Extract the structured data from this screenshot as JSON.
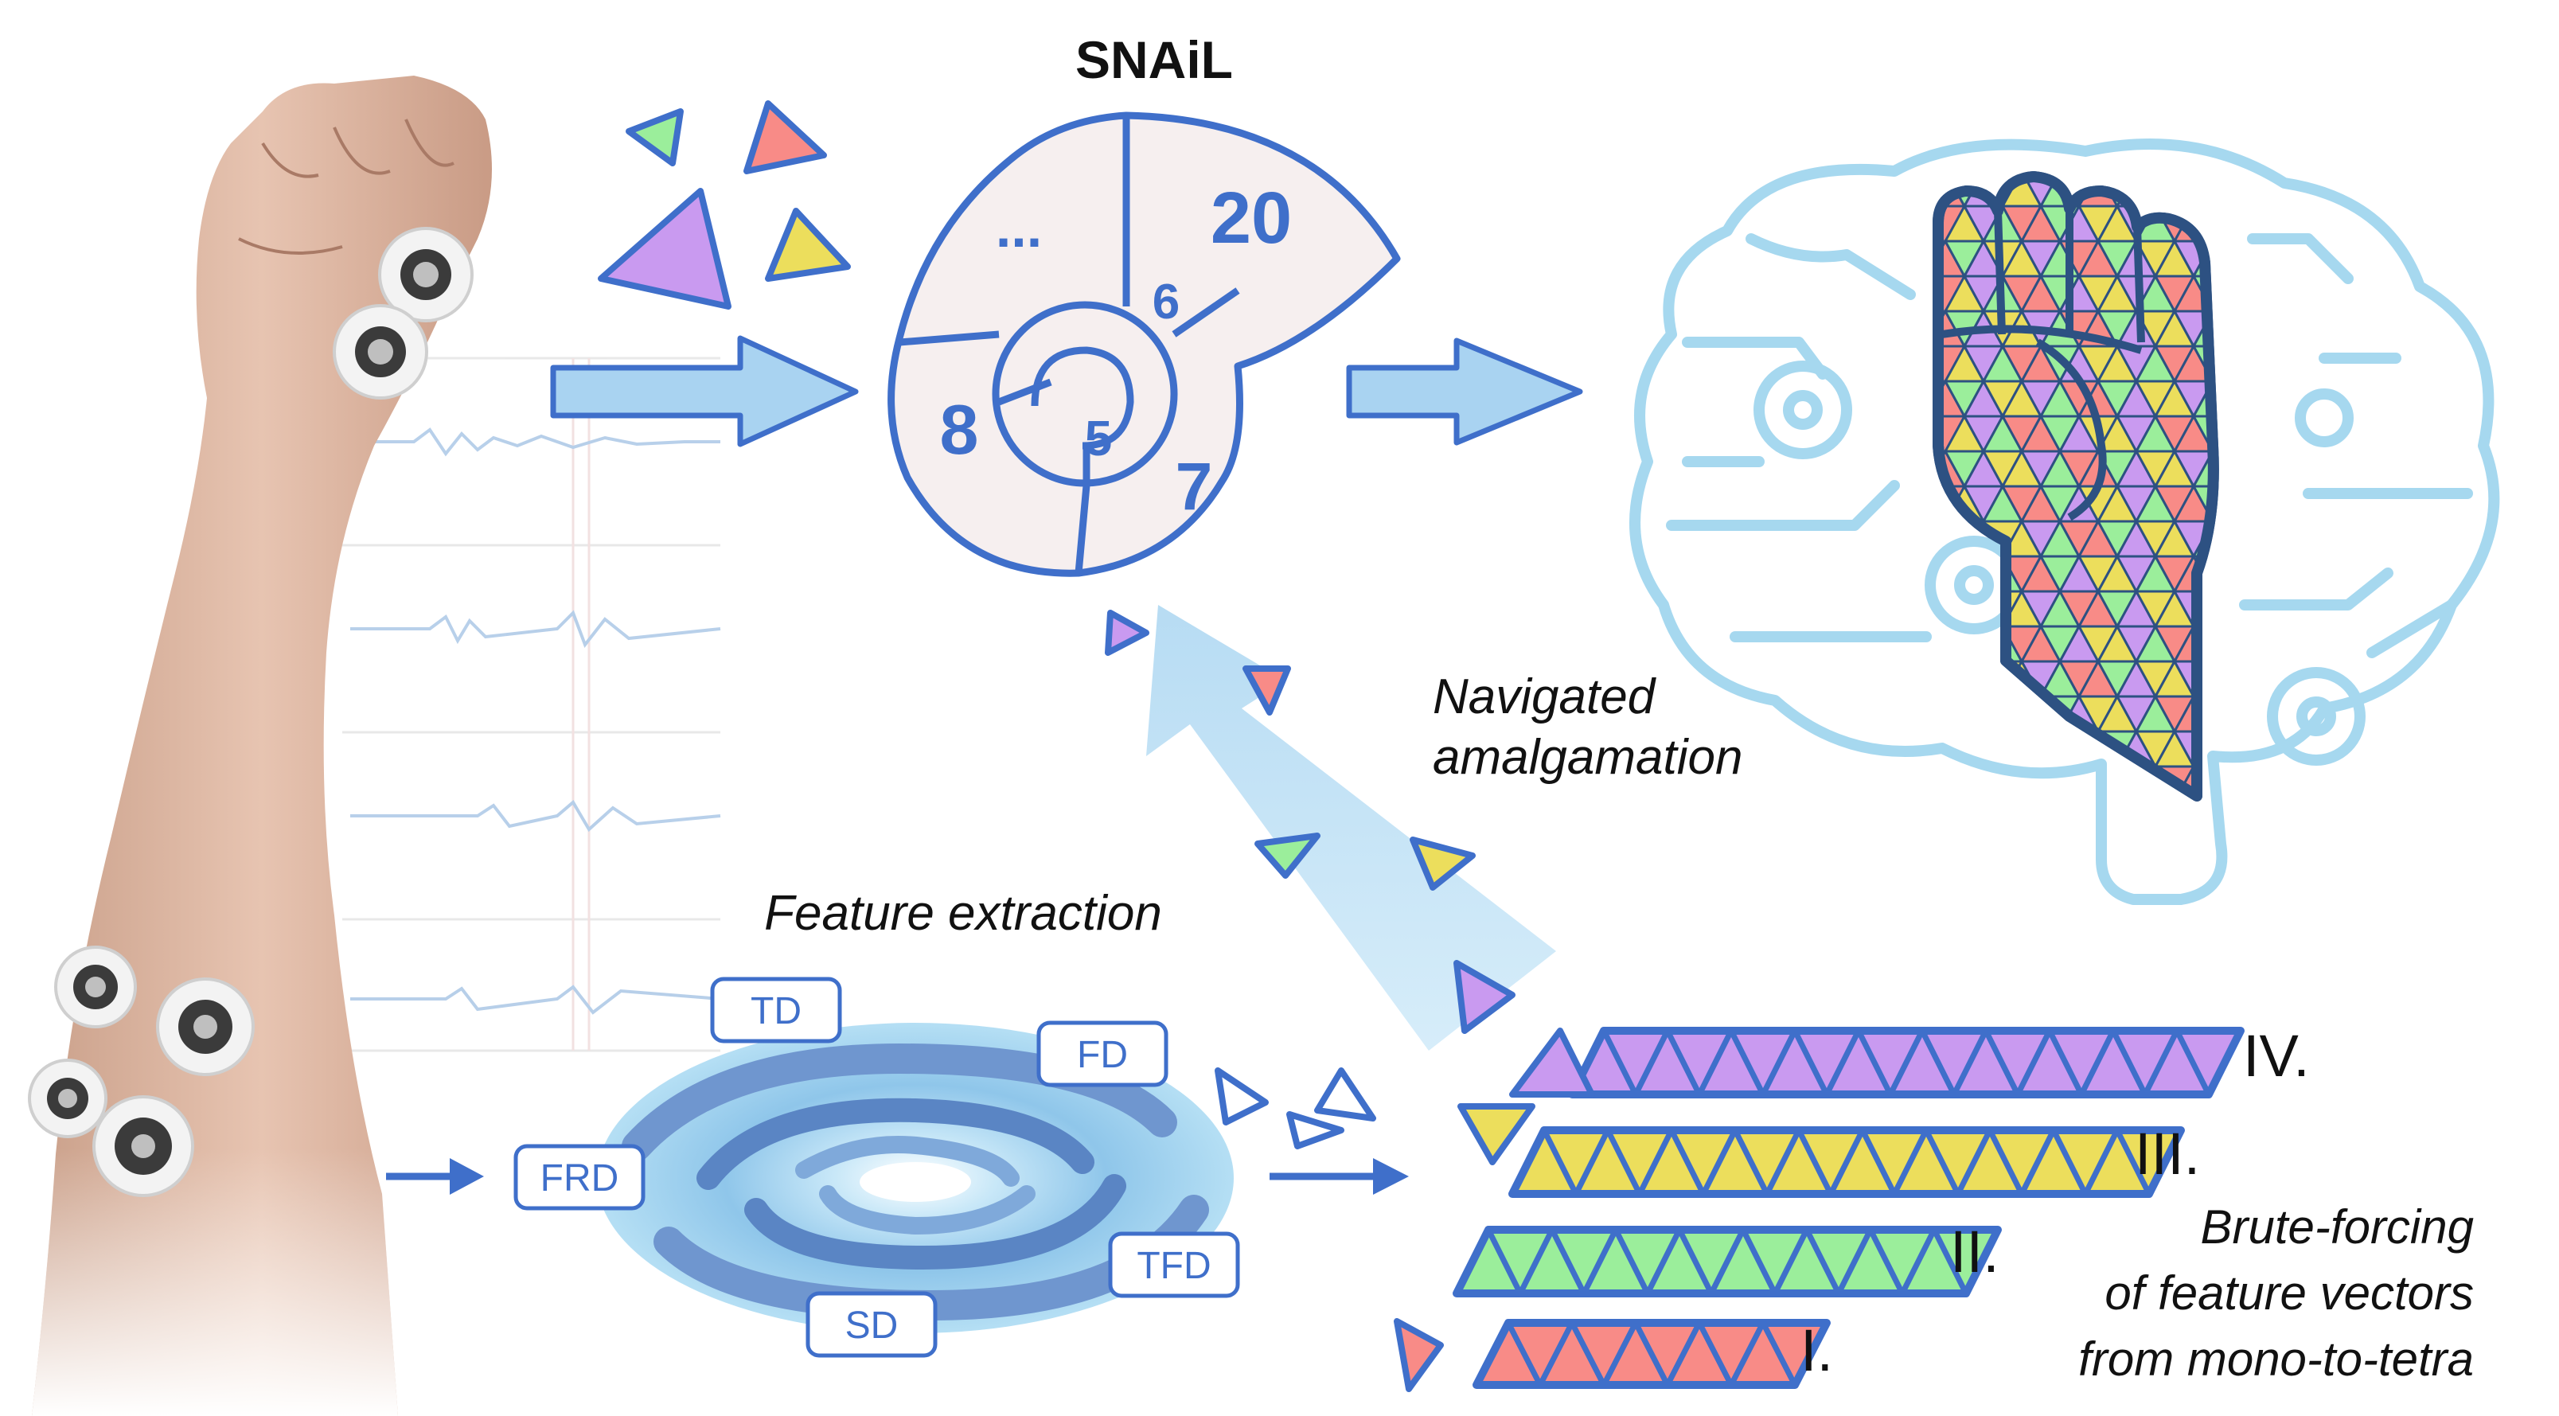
{
  "title": "SNAiL",
  "snail_segments": [
    "...",
    "20",
    "6",
    "8",
    "5",
    "7"
  ],
  "feature_extraction": {
    "caption": "Feature extraction",
    "domains": [
      "TD",
      "FD",
      "FRD",
      "TFD",
      "SD"
    ]
  },
  "amalgamation_caption": [
    "Navigated",
    "amalgamation"
  ],
  "bruteforce": {
    "rows": [
      {
        "label": "IV.",
        "color": "#c99af0",
        "triangles": 10
      },
      {
        "label": "III.",
        "color": "#ecde5c",
        "triangles": 10
      },
      {
        "label": "II.",
        "color": "#9bee9b",
        "triangles": 8
      },
      {
        "label": "I.",
        "color": "#f88b87",
        "triangles": 5
      }
    ],
    "caption": [
      "Brute-forcing",
      "of feature vectors",
      "from mono-to-tetra"
    ]
  },
  "colors": {
    "outline": "#3f6fca",
    "arrow_fill": "#a9d3f1",
    "brain": "#a6d8ef",
    "cyclone_dark": "#6f96cf",
    "cyclone_light": "#a9d6ef",
    "snail_fill": "#f6efef"
  },
  "icons": [
    "arm-emg-electrodes",
    "emg-signal-traces",
    "cyclone-icon",
    "snail-shell-icon",
    "brain-circuit-icon",
    "fist-icon"
  ]
}
